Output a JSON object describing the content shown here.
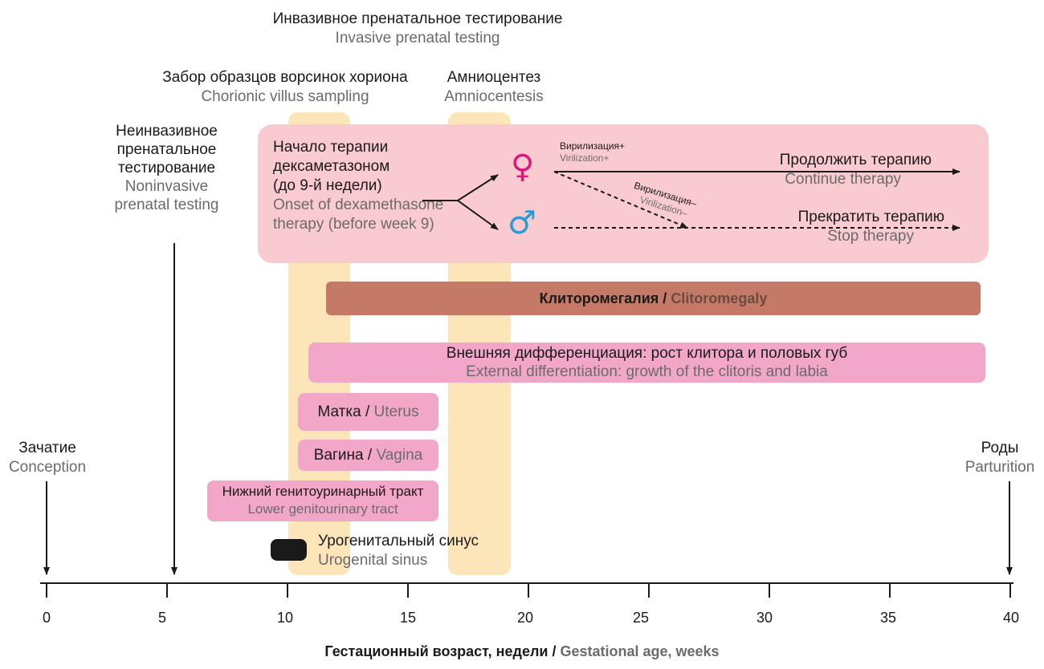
{
  "invasive": {
    "ru": "Инвазивное пренатальное тестирование",
    "en": "Invasive prenatal testing"
  },
  "cvs": {
    "ru": "Забор образцов ворсинок хориона",
    "en": "Chorionic villus sampling"
  },
  "amnio": {
    "ru": "Амниоцентез",
    "en": "Amniocentesis"
  },
  "nipt": {
    "ru": [
      "Неинвазивное",
      "пренатальное",
      "тестирование"
    ],
    "en": [
      "Noninvasive",
      "prenatal testing"
    ]
  },
  "therapy": {
    "ru": [
      "Начало терапии",
      "дексаметазоном",
      "(до 9-й недели)"
    ],
    "en": [
      "Onset of dexamethasone",
      "therapy (before week 9)"
    ],
    "female_symbol": "♀",
    "male_symbol": "♂",
    "vir_plus": {
      "ru": "Вирилизация+",
      "en": "Virilization+"
    },
    "vir_minus": {
      "ru": "Вирилизация–",
      "en": "Virilization–"
    },
    "continue": {
      "ru": "Продолжить терапию",
      "en": "Continue therapy"
    },
    "stop": {
      "ru": "Прекратить терапию",
      "en": "Stop therapy"
    }
  },
  "clitoromegaly": {
    "ru": "Клиторомегалия",
    "sep": " / ",
    "en": "Clitoromegaly"
  },
  "external": {
    "ru": "Внешняя дифференциация: рост клитора и половых губ",
    "en": "External differentiation: growth of the clitoris and labia"
  },
  "uterus": {
    "ru": "Матка",
    "sep": " / ",
    "en": "Uterus"
  },
  "vagina": {
    "ru": "Вагина",
    "sep": " / ",
    "en": "Vagina"
  },
  "lgt": {
    "ru": "Нижний генитоуринарный тракт",
    "en": "Lower genitourinary tract"
  },
  "sinus": {
    "ru": "Урогенитальный синус",
    "en": "Urogenital sinus"
  },
  "conception": {
    "ru": "Зачатие",
    "en": "Conception"
  },
  "parturition": {
    "ru": "Роды",
    "en": "Parturition"
  },
  "axis": {
    "ticks": [
      "0",
      "5",
      "10",
      "15",
      "20",
      "25",
      "30",
      "35",
      "40"
    ],
    "label_ru": "Гестационный возраст, недели",
    "sep": " / ",
    "label_en": "Gestational age, weeks"
  },
  "colors": {
    "band": "#fbe2ad",
    "therapy_box": "#f9cbd0",
    "clito": "#c47a67",
    "pink": "#f2a7c8",
    "female": "#e0157a",
    "male": "#2a9bd8"
  }
}
